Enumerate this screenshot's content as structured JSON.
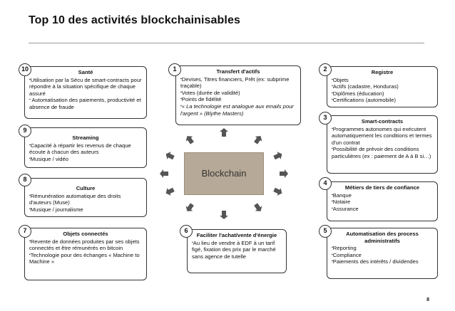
{
  "title": "Top 10 des activités blockchainisables",
  "center": "Blockchain",
  "page_number": "8",
  "boxes": [
    {
      "num": "10",
      "heading": "Santé",
      "items": [
        "Utilisation par la Sécu de smart-contracts pour répondre à la situation spécifique de chaque assuré",
        " Automatisation des paiements, productivité et absence de fraude"
      ]
    },
    {
      "num": "9",
      "heading": "Streaming",
      "items": [
        "Capacité à répartir les revenus de chaque écoute à chacun des auteurs",
        "Musique / vidéo"
      ]
    },
    {
      "num": "8",
      "heading": "Culture",
      "items": [
        "Rémunération automatique des droits d'auteurs (Muse)",
        "Musique / journalisme"
      ]
    },
    {
      "num": "7",
      "heading": "Objets connectés",
      "items": [
        "Revente de données produites par ses objets connectés et être rémunérés en bitcoin",
        "Technologie pour des échanges « Machine to Machine »"
      ]
    },
    {
      "num": "1",
      "heading": "Transfert d'actifs",
      "items": [
        "Devises, Titres financiers, Prêt (ex: subprime traçable)",
        "Votes (durée de validité)",
        "Points de fidélité",
        "« La technologie est analogue aux emails pour l'argent » (Blythe Masters)"
      ]
    },
    {
      "num": "6",
      "heading": "Faciliter l'achat/vente d'énergie",
      "items": [
        "Au lieu de vendre à EDF à un tarif figé, fixation des prix par le marché sans agence de tutelle"
      ]
    },
    {
      "num": "2",
      "heading": "Registre",
      "items": [
        "Objets",
        "Actifs (cadastre, Honduras)",
        "Diplômes (éducation)",
        "Certifications (automobile)"
      ]
    },
    {
      "num": "3",
      "heading": "Smart-contracts",
      "items": [
        "Programmes autonomes qui exécutent automatiquement les conditions et termes d'un contrat",
        "Possibilité de prévoir des conditions particulières (ex : paiement de A à B si…)"
      ]
    },
    {
      "num": "4",
      "heading": "Métiers de tiers de confiance",
      "items": [
        "Banque",
        "Notaire",
        "Assurance"
      ]
    },
    {
      "num": "5",
      "heading": "Automatisation des process administratifs",
      "items": [
        "Reporting",
        "Compliance",
        "Paiements des intérêts / dividendes"
      ]
    }
  ],
  "colors": {
    "center_fill": "#b6a997",
    "arrow": "#555555",
    "border": "#333333"
  }
}
